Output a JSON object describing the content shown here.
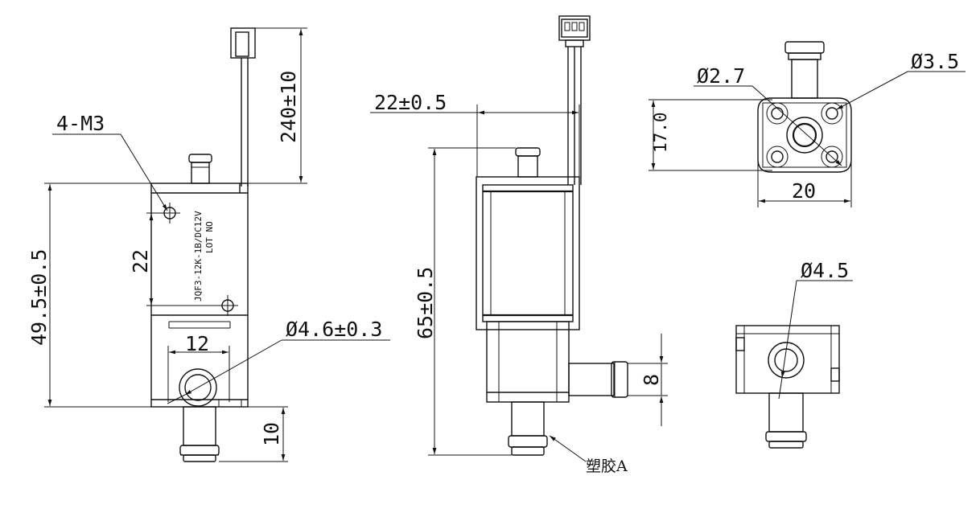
{
  "front_view": {
    "thread_label": "4-M3",
    "wire_length": "240±10",
    "body_height": "49.5±0.5",
    "hole_spacing": "22",
    "port_width": "12",
    "port_diameter": "Ø4.6±0.3",
    "port_length": "10",
    "marking_line1": "JQF3-12K-1B/DC12V",
    "marking_line2": "LOT NO"
  },
  "side_view": {
    "width": "22±0.5",
    "height": "65±0.5",
    "side_port": "8",
    "material_note": "塑胶A"
  },
  "top_view": {
    "small_hole": "Ø2.7",
    "corner_hole": "Ø3.5",
    "height": "17.0",
    "width": "20"
  },
  "bottom_view": {
    "port_diameter": "Ø4.5"
  }
}
